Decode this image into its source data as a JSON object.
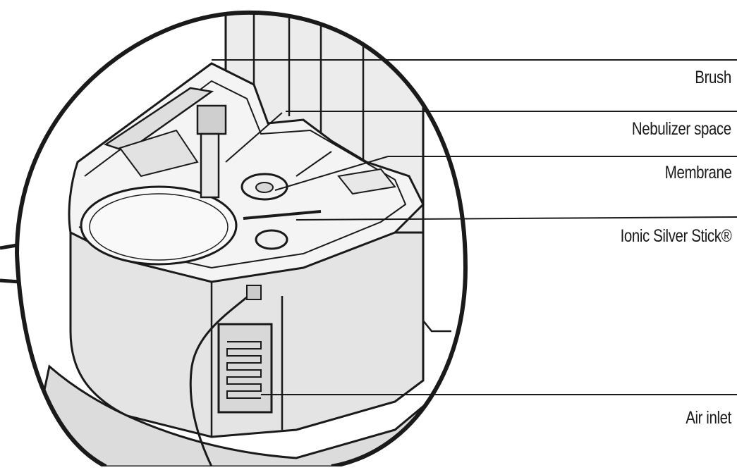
{
  "labels": {
    "brush": "Brush",
    "nebulizer_space": "Nebulizer space",
    "membrane": "Membrane",
    "ionic_silver_stick": "Ionic Silver Stick®",
    "air_inlet": "Air inlet"
  },
  "colors": {
    "line": "#1a1a1a",
    "fill_light": "#f2f2f2",
    "fill_mid": "#e6e6e6",
    "fill_dark": "#d9d9d9",
    "background": "#ffffff"
  }
}
